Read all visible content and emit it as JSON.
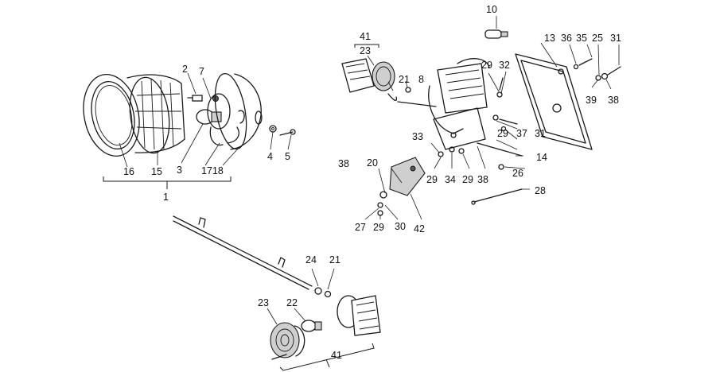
{
  "callouts": [
    {
      "id": "c1",
      "text": "1"
    },
    {
      "id": "c2",
      "text": "2"
    },
    {
      "id": "c3",
      "text": "3"
    },
    {
      "id": "c4",
      "text": "4"
    },
    {
      "id": "c5",
      "text": "5"
    },
    {
      "id": "c7",
      "text": "7"
    },
    {
      "id": "c8",
      "text": "8"
    },
    {
      "id": "c10",
      "text": "10"
    },
    {
      "id": "c13",
      "text": "13"
    },
    {
      "id": "c14",
      "text": "14"
    },
    {
      "id": "c15",
      "text": "15"
    },
    {
      "id": "c16",
      "text": "16"
    },
    {
      "id": "c1718",
      "text": "1718"
    },
    {
      "id": "c20",
      "text": "20"
    },
    {
      "id": "c21a",
      "text": "21"
    },
    {
      "id": "c21b",
      "text": "21"
    },
    {
      "id": "c22",
      "text": "22"
    },
    {
      "id": "c23a",
      "text": "23"
    },
    {
      "id": "c23b",
      "text": "23"
    },
    {
      "id": "c24",
      "text": "24"
    },
    {
      "id": "c25",
      "text": "25"
    },
    {
      "id": "c26",
      "text": "26"
    },
    {
      "id": "c27",
      "text": "27"
    },
    {
      "id": "c28",
      "text": "28"
    },
    {
      "id": "c29a",
      "text": "29"
    },
    {
      "id": "c29b",
      "text": "29"
    },
    {
      "id": "c29c",
      "text": "29"
    },
    {
      "id": "c29d",
      "text": "29"
    },
    {
      "id": "c29e",
      "text": "29"
    },
    {
      "id": "c30",
      "text": "30"
    },
    {
      "id": "c31a",
      "text": "31"
    },
    {
      "id": "c31b",
      "text": "31"
    },
    {
      "id": "c32",
      "text": "32"
    },
    {
      "id": "c33",
      "text": "33"
    },
    {
      "id": "c34",
      "text": "34"
    },
    {
      "id": "c35",
      "text": "35"
    },
    {
      "id": "c36",
      "text": "36"
    },
    {
      "id": "c37",
      "text": "37"
    },
    {
      "id": "c38a",
      "text": "38"
    },
    {
      "id": "c38b",
      "text": "38"
    },
    {
      "id": "c38c",
      "text": "38"
    },
    {
      "id": "c39",
      "text": "39"
    },
    {
      "id": "c41a",
      "text": "41"
    },
    {
      "id": "c41b",
      "text": "41"
    },
    {
      "id": "c42",
      "text": "42"
    }
  ]
}
